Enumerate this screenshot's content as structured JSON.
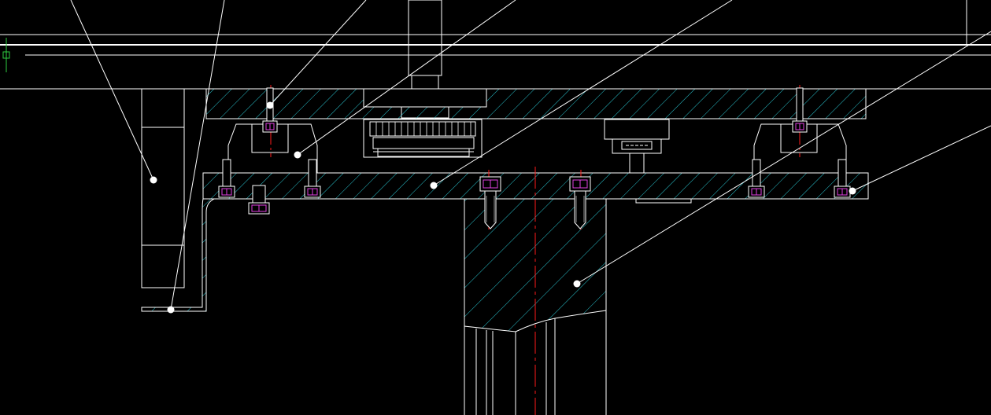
{
  "viewport": {
    "name": "cad-drawing-viewport",
    "background": "#000000"
  },
  "colors": {
    "outline": "#ffffff",
    "hatch": "#29c4cf",
    "centerline": "#ff1a1a",
    "fastener": "#e040e0",
    "leader_point": "#ffffff",
    "ucs_icon": "#2ecc40"
  },
  "drawing": {
    "fasteners": [
      {
        "name": "top-left-cap-screw"
      },
      {
        "name": "top-right-cap-screw"
      },
      {
        "name": "left-bracket-screw-1"
      },
      {
        "name": "left-bracket-screw-2"
      },
      {
        "name": "left-underside-screw"
      },
      {
        "name": "center-screw-1"
      },
      {
        "name": "center-screw-2"
      },
      {
        "name": "right-bracket-screw-1"
      },
      {
        "name": "right-bracket-screw-2"
      }
    ],
    "leader_count": 7
  }
}
